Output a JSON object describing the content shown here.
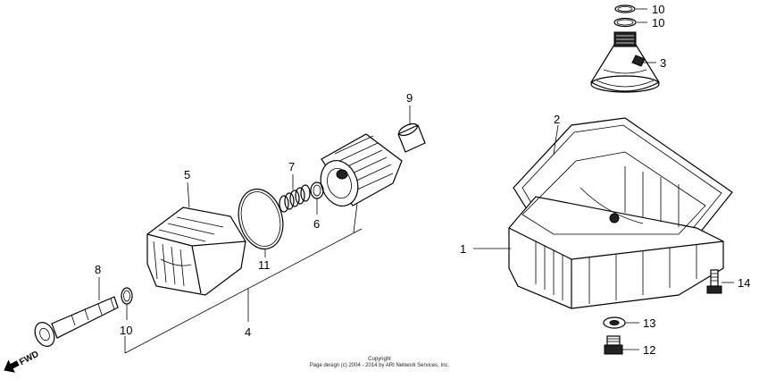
{
  "callouts": {
    "c1": "1",
    "c2": "2",
    "c3": "3",
    "c4": "4",
    "c5": "5",
    "c6": "6",
    "c7": "7",
    "c8": "8",
    "c9": "9",
    "c10a": "10",
    "c10b": "10",
    "c10c": "10",
    "c11": "11",
    "c12": "12",
    "c13": "13",
    "c14": "14"
  },
  "fwd_label": "FWD",
  "copyright": {
    "line1": "Copyright",
    "line2": "Page design (c) 2004 - 2014 by ARI Network Services, Inc."
  }
}
